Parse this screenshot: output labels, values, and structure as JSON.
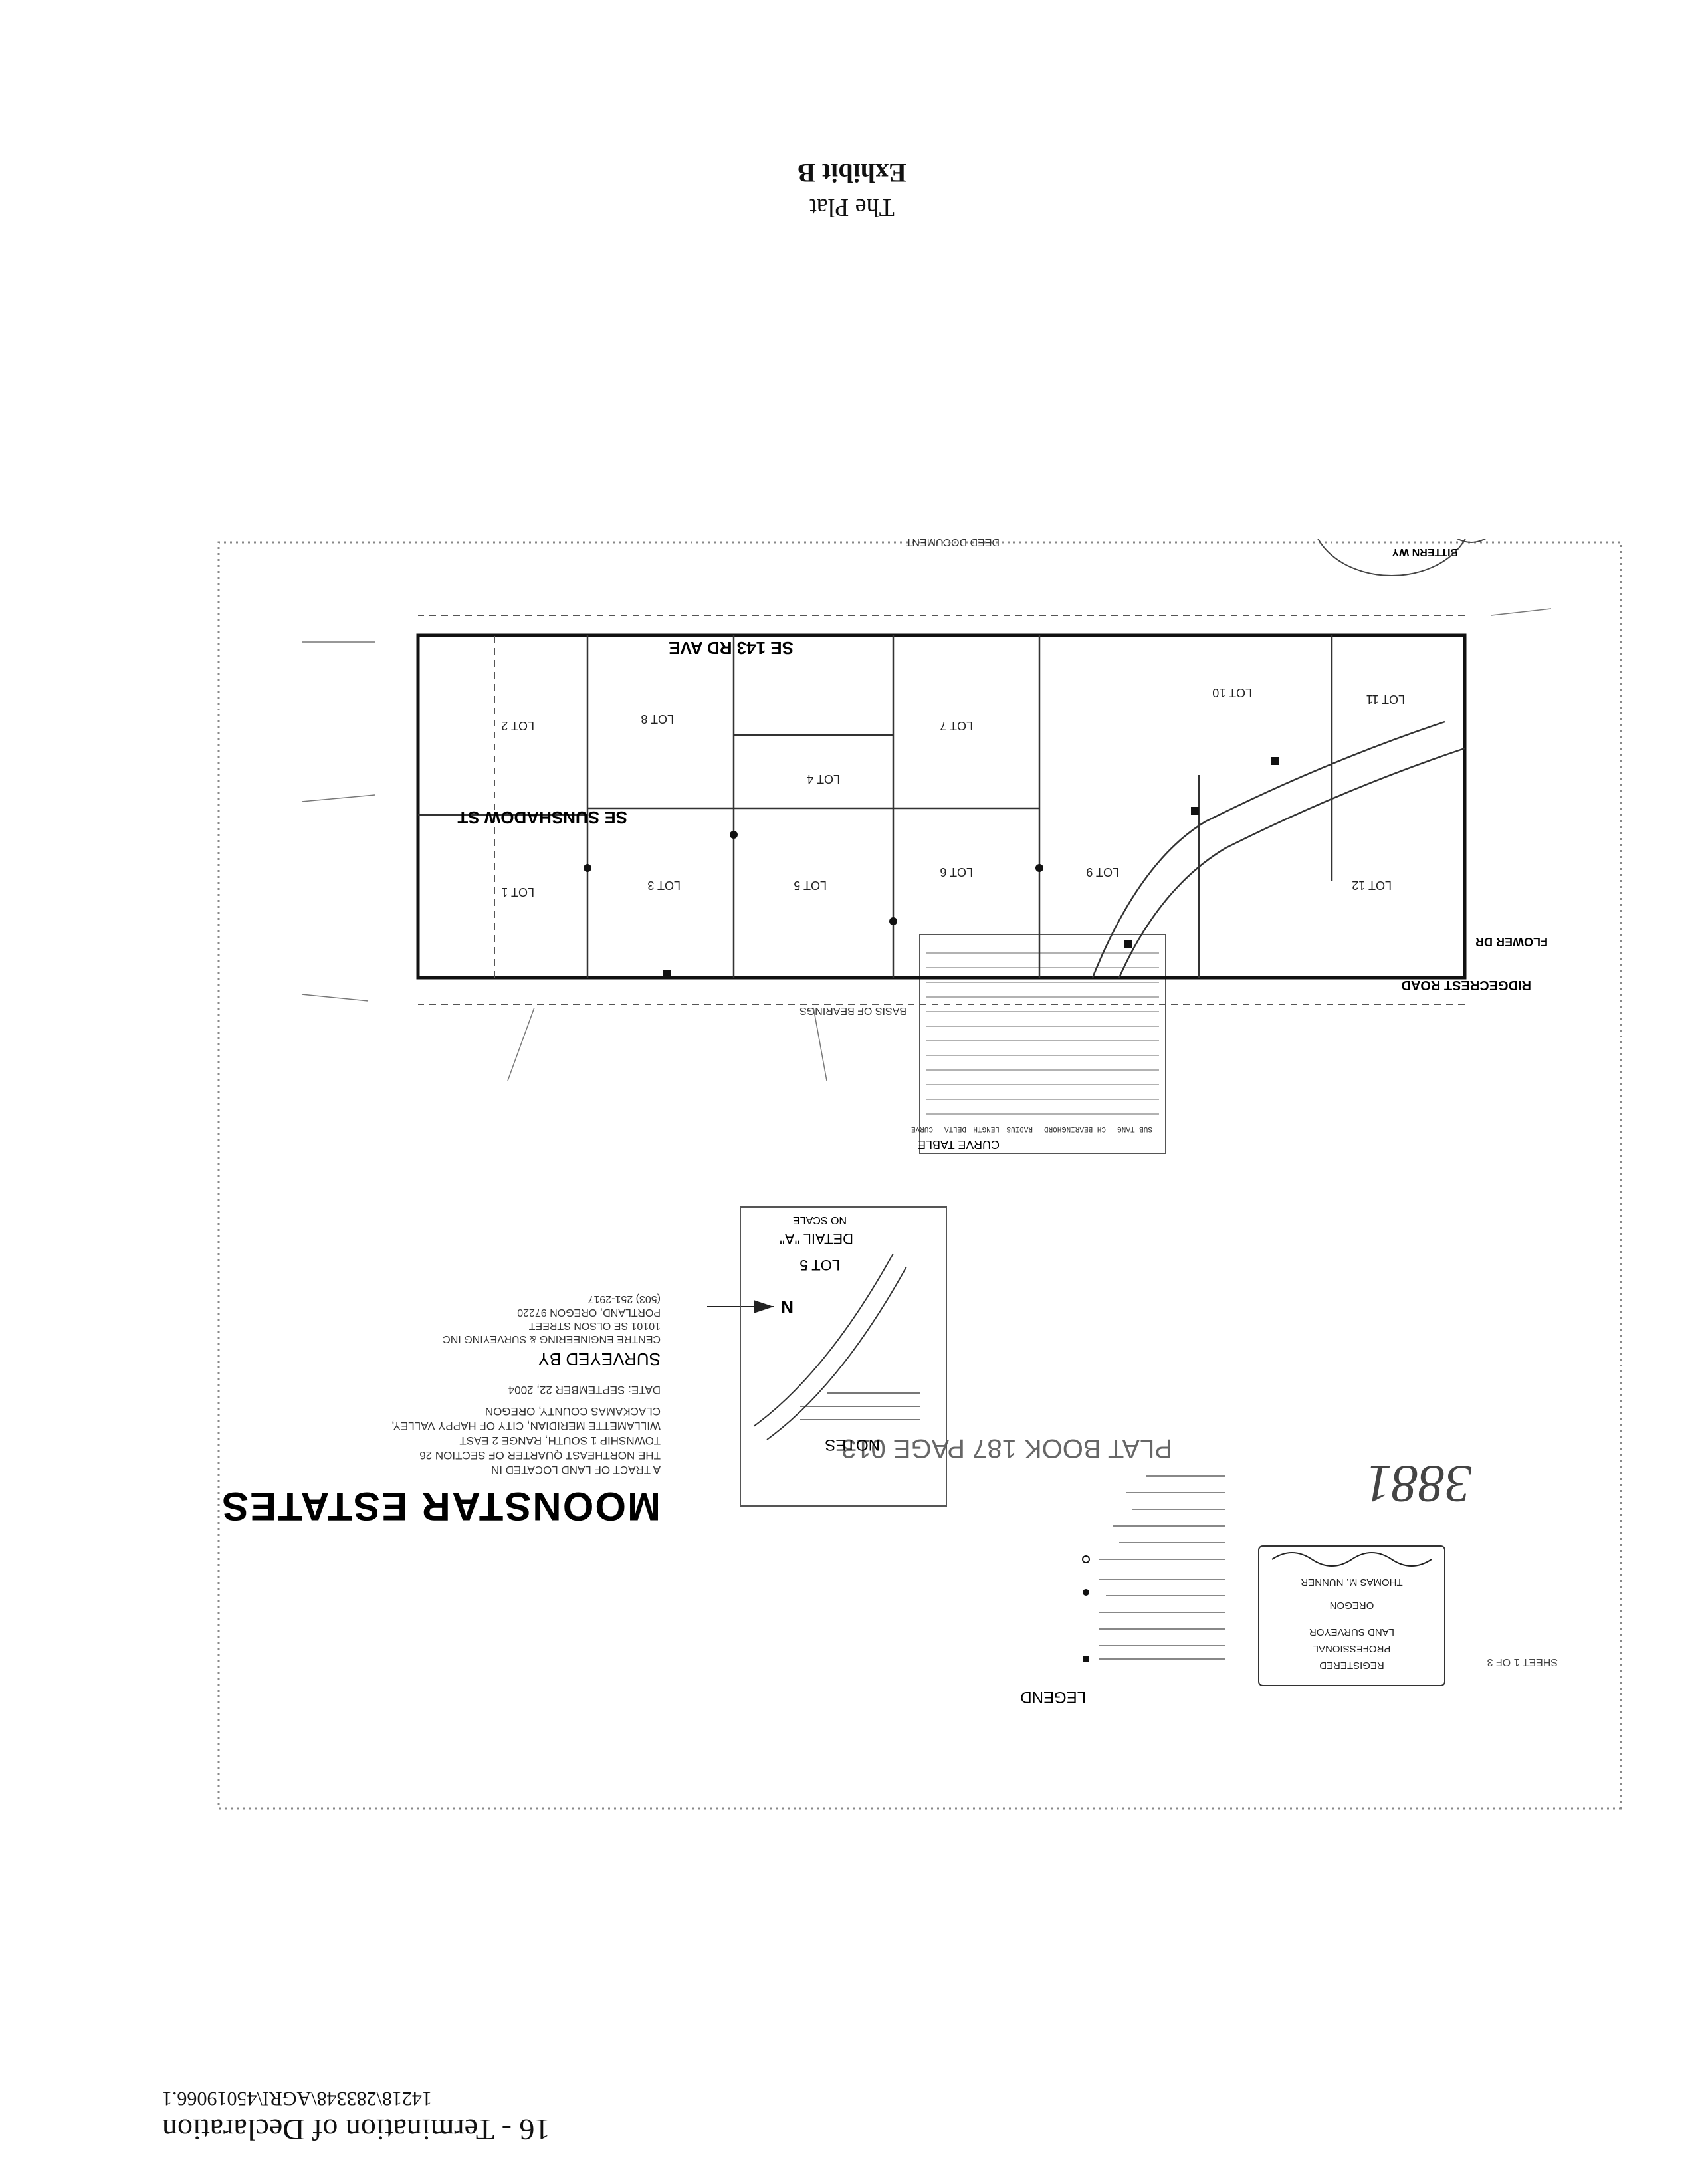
{
  "header": {
    "title": "16 - Termination of Declaration",
    "ref": "14218\\283348\\AGRI\\45019066.1"
  },
  "exhibit": {
    "label": "Exhibit B",
    "caption": "The Plat"
  },
  "plat": {
    "title": "MOONSTAR ESTATES",
    "plat_book": "PLAT BOOK 187 PAGE 013",
    "description": [
      "A TRACT OF LAND LOCATED IN",
      "THE NORTHEAST QUARTER OF SECTION 26",
      "TOWNSHIP 1 SOUTH, RANGE 2 EAST",
      "WILLAMETTE MERIDIAN, CITY OF HAPPY VALLEY,",
      "CLACKAMAS COUNTY, OREGON"
    ],
    "date": "DATE: SEPTEMBER 22, 2004",
    "surveyed_by_label": "SURVEYED BY",
    "surveyor": [
      "CENTRE ENGINEERING & SURVEYING INC",
      "10101 SE OLSON STREET",
      "PORTLAND, OREGON 97220",
      "(503) 251-2917"
    ],
    "notes_label": "NOTES",
    "legend_label": "LEGEND",
    "curve_table_label": "CURVE TABLE",
    "curve_columns": [
      "CURVE",
      "DELTA",
      "LENGTH",
      "RADIUS",
      "CHORD",
      "CH BEARING",
      "SUB TANG"
    ],
    "detail": [
      "LOT 5",
      "DETAIL \"A\"",
      "NO SCALE"
    ],
    "streets": {
      "sunshadow": "SE SUNSHADOW ST",
      "avenue": "SE 143 RD AVE",
      "ridgecrest": "RIDGECREST ROAD",
      "flower": "FLOWER DR",
      "bitter": "BITTERN WY"
    },
    "lots": [
      "LOT 1",
      "LOT 2",
      "LOT 3",
      "LOT 4",
      "LOT 5",
      "LOT 6",
      "LOT 7",
      "LOT 8",
      "LOT 9",
      "LOT 10",
      "LOT 11",
      "LOT 12"
    ],
    "stamp": [
      "REGISTERED",
      "PROFESSIONAL",
      "LAND SURVEYOR",
      "OREGON",
      "THOMAS M. NUNNER"
    ],
    "sheet_number": "3881",
    "sheet": "SHEET 1 OF 3",
    "basis": "BASIS OF BEARINGS",
    "deed": "DEED DOCUMENT"
  }
}
